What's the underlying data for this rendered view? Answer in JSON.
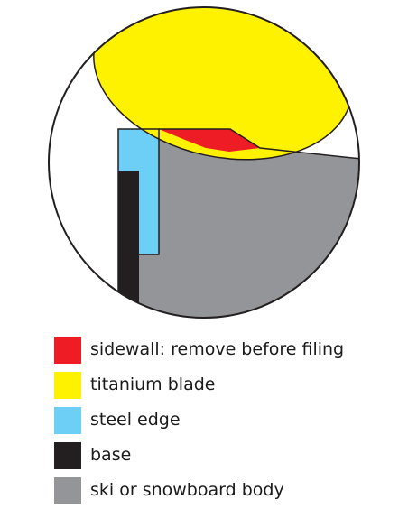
{
  "colors": {
    "sidewall": "#ee1c25",
    "titanium_blade": "#fff200",
    "steel_edge": "#6dcff6",
    "base": "#231f20",
    "body": "#939598",
    "outline": "#231f20",
    "background": "#ffffff"
  },
  "legend": [
    {
      "key": "sidewall",
      "label": "sidewall: remove before filing"
    },
    {
      "key": "titanium_blade",
      "label": "titanium blade"
    },
    {
      "key": "steel_edge",
      "label": "steel edge"
    },
    {
      "key": "base",
      "label": "base"
    },
    {
      "key": "body",
      "label": "ski or snowboard body"
    }
  ]
}
